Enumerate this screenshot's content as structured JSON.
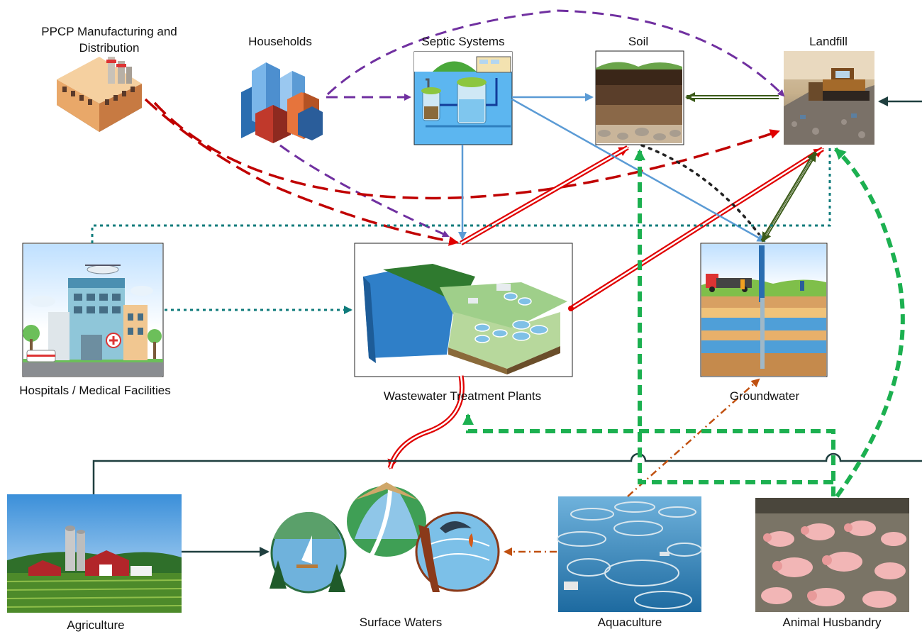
{
  "nodes": {
    "ppcp": {
      "label": "PPCP Manufacturing and Distribution",
      "icon": "factory-icon"
    },
    "households": {
      "label": "Households",
      "icon": "city-buildings-icon"
    },
    "septic": {
      "label": "Septic Systems",
      "icon": "septic-tank-icon"
    },
    "soil": {
      "label": "Soil",
      "icon": "soil-layers-icon"
    },
    "landfill": {
      "label": "Landfill",
      "icon": "bulldozer-icon"
    },
    "hospitals": {
      "label": "Hospitals / Medical Facilities",
      "icon": "hospital-icon"
    },
    "wwtp": {
      "label": "Wastewater Treatment Plants",
      "icon": "treatment-plant-icon"
    },
    "groundwater": {
      "label": "Groundwater",
      "icon": "well-drilling-icon"
    },
    "agriculture": {
      "label": "Agriculture",
      "icon": "barn-icon"
    },
    "surface": {
      "label": "Surface Waters",
      "icon": "water-bodies-icon"
    },
    "aquaculture": {
      "label": "Aquaculture",
      "icon": "fish-pen-icon"
    },
    "animal": {
      "label": "Animal Husbandry",
      "icon": "pigs-icon"
    }
  },
  "colors": {
    "purple": "#7030a0",
    "red": "#c00000",
    "green": "#1cb050",
    "teal": "#0f7b7b",
    "blue": "#5b9bd5",
    "olive": "#3a5a18",
    "brown": "#c05010",
    "dark": "#1f3f3f",
    "dark_dots": "#222222"
  }
}
